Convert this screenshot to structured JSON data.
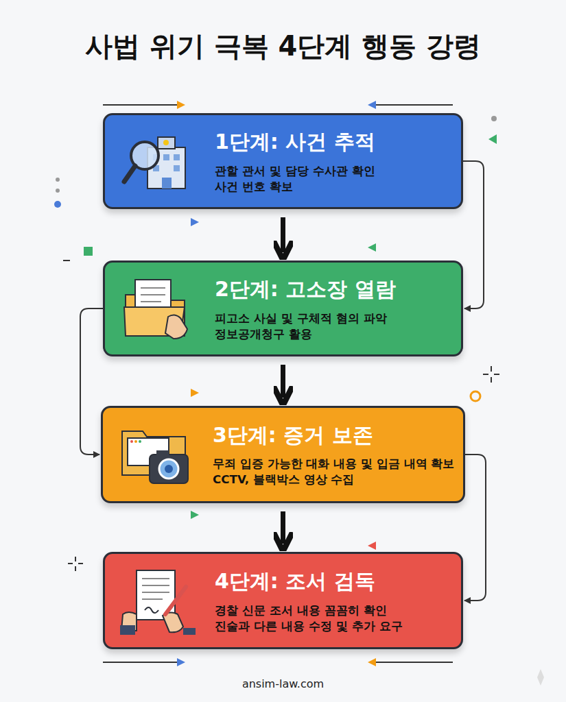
{
  "diagram": {
    "title": "사법 위기 극복 4단계 행동 강령",
    "nodes": [
      {
        "text": [
          "1단계: 사건 추적",
          "관할 관서 및 담당 수사관 확인",
          "사건 번호 확보"
        ]
      },
      {
        "text": [
          "2단계: 고소장 열람",
          "피고소 사실 및 구체적 혐의 파악",
          "정보공개청구 활용"
        ]
      },
      {
        "text": [
          "3단계: 증거 보존",
          "무죄 입증 가능한 대화 내용 및 입금 내역 확보",
          "CCTV, 블랙박스 영상 수집"
        ]
      },
      {
        "text": [
          "4단계: 조서 검독",
          "경찰 신문 조서 내용 꼼꼼히 확인",
          "진술과 다른 내용 수정 및 추가 요구"
        ]
      }
    ],
    "edges": [
      {
        "from": 0,
        "to": 1,
        "arrow": "to"
      },
      {
        "from": 1,
        "to": 2,
        "arrow": "to"
      },
      {
        "from": 2,
        "to": 3,
        "arrow": "to"
      },
      {
        "from": 0,
        "to": 1,
        "arrow": "to"
      },
      {
        "from": 1,
        "to": 2,
        "arrow": "to"
      },
      {
        "from": 2,
        "to": 3,
        "arrow": "to"
      }
    ],
    "labels": [
      "ansim-law.com"
    ]
  }
}
